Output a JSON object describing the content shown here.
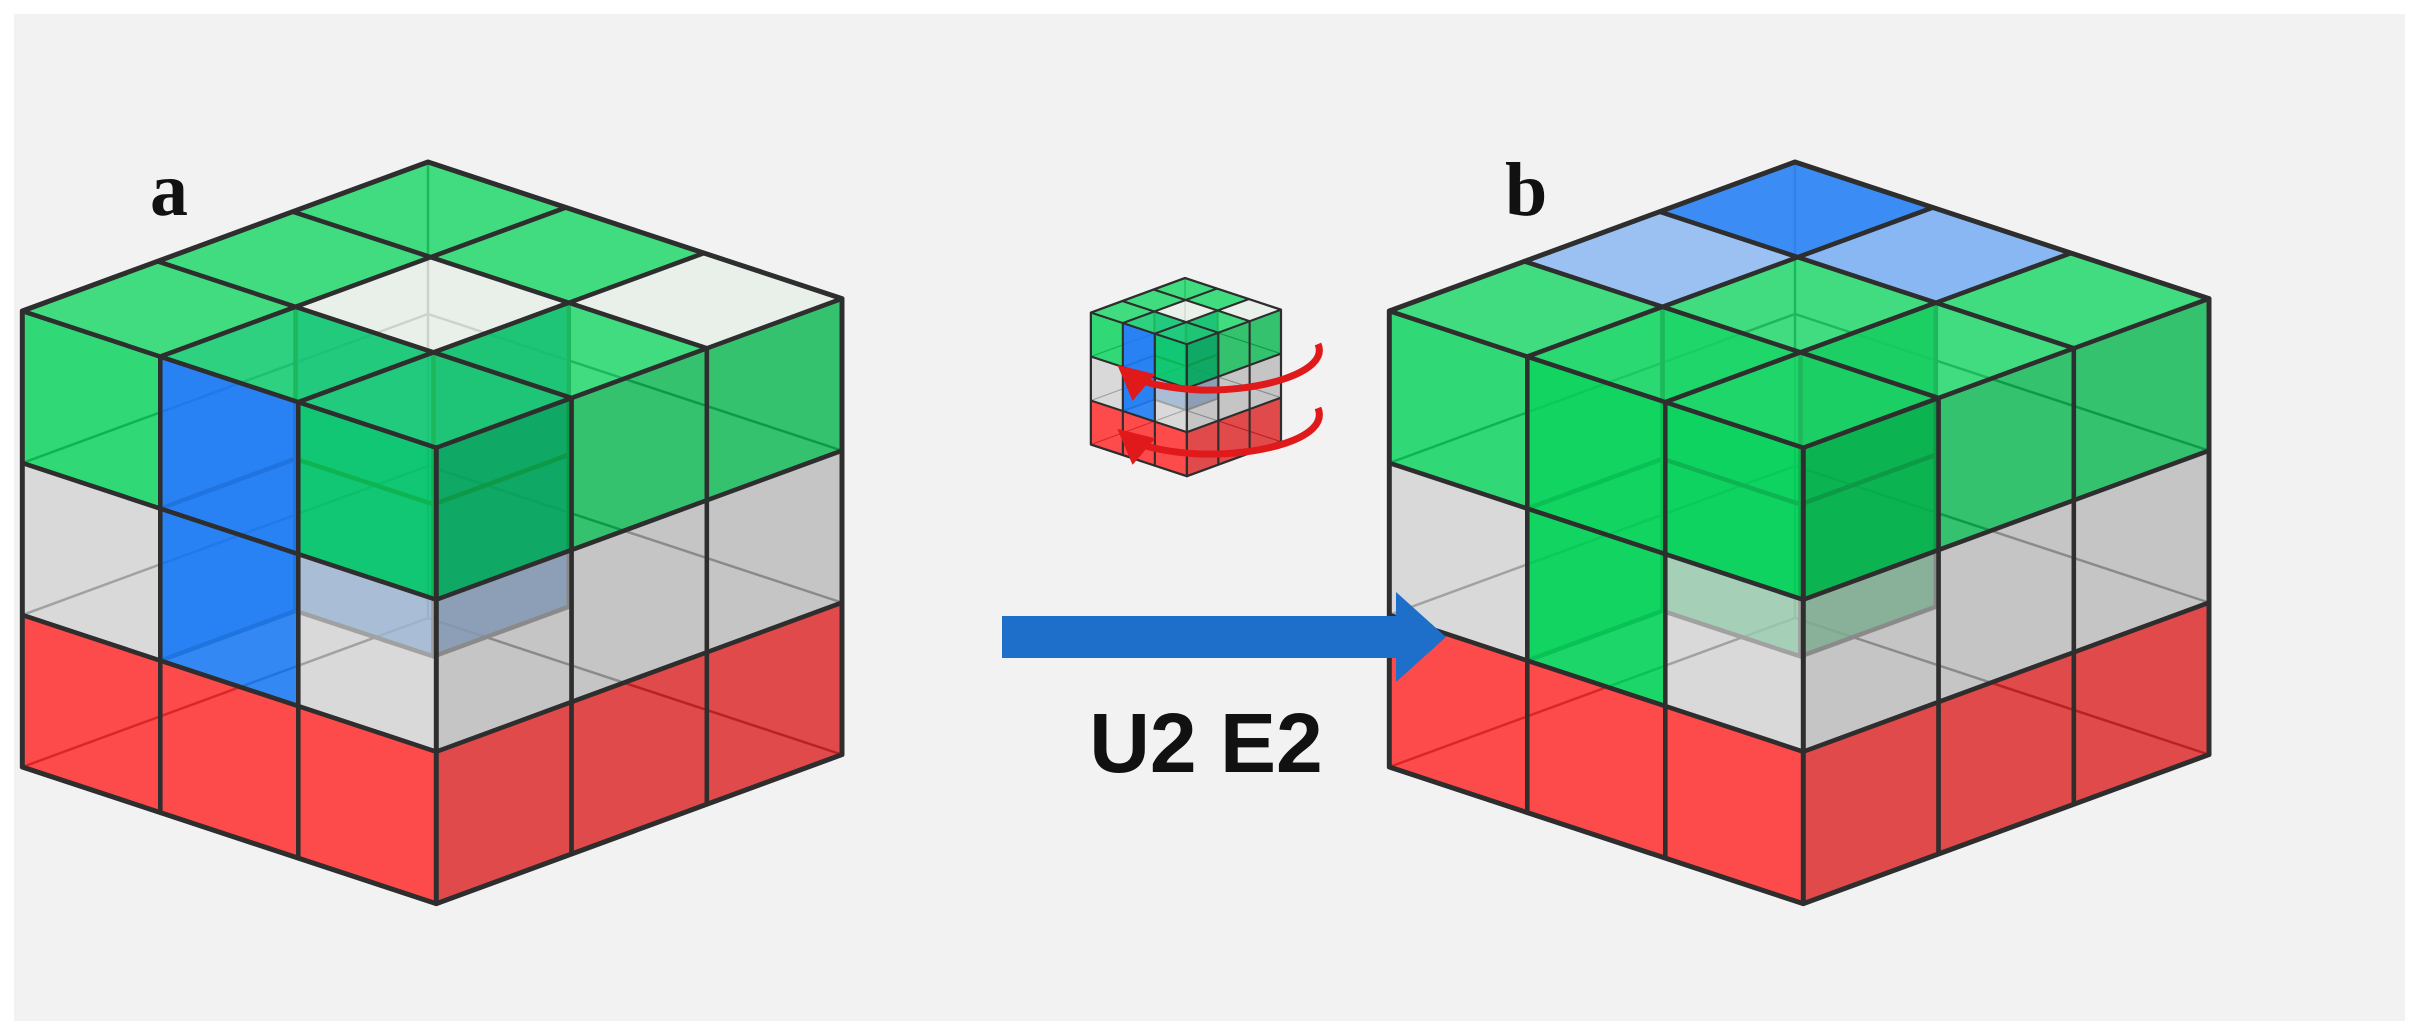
{
  "figure": {
    "labels": {
      "panel_a": "a",
      "panel_b": "b"
    },
    "move": "U2 E2"
  },
  "colors": {
    "background": "#f2f2f2",
    "green": "#06d35a",
    "blue": "#1f7cf4",
    "gray": "#cfcfcf",
    "red": "#ff2424",
    "edge": "#2e2e2e",
    "arrow": "#1d6fc9",
    "rotation_arrow": "#e01a1a"
  },
  "cubes": {
    "panel_a": {
      "layers": [
        "green",
        "gray",
        "red"
      ],
      "blue_column": {
        "color": "blue",
        "layers": [
          0,
          1
        ]
      }
    },
    "panel_b": {
      "layers": [
        "green",
        "gray",
        "red"
      ],
      "blue_top_cells": 3,
      "green_column": {
        "color": "green",
        "layers": [
          0,
          1
        ]
      }
    }
  }
}
